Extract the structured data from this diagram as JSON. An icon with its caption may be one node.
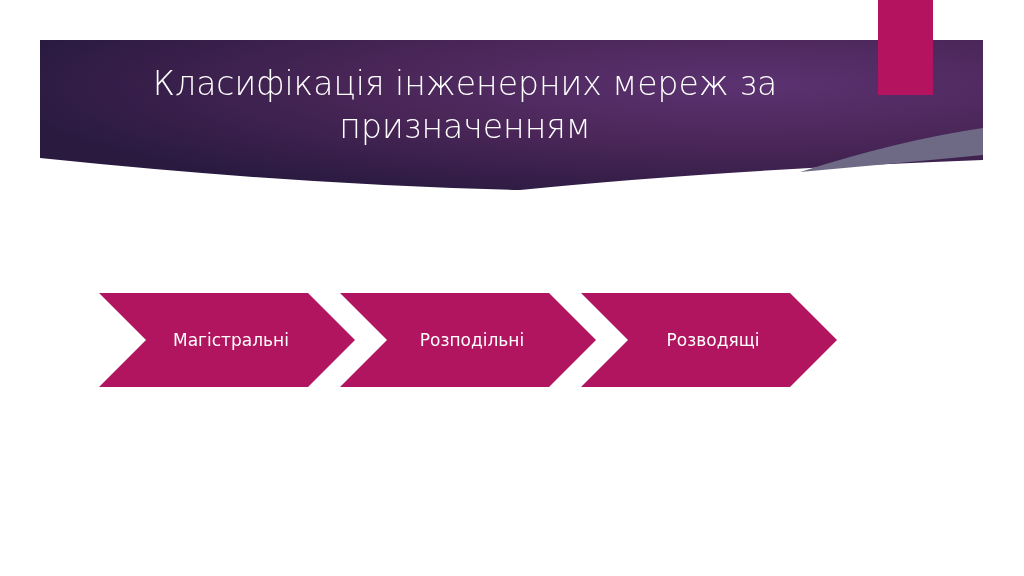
{
  "diagram": {
    "title": "Класифікація інженерних мереж за призначенням",
    "nodes": [
      {
        "text": [
          "Магістральні"
        ]
      },
      {
        "text": [
          "Розподільні"
        ]
      },
      {
        "text": [
          "Розводящі"
        ]
      }
    ]
  }
}
